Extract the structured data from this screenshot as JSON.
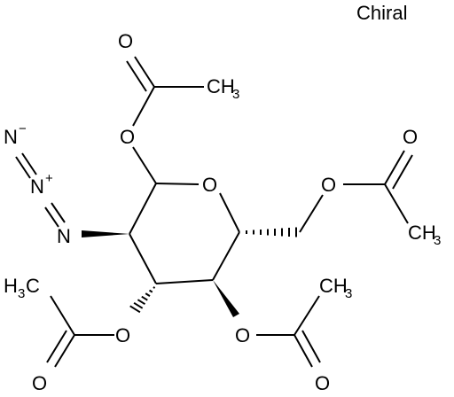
{
  "label": "Chiral",
  "atoms": {
    "o_ring": "O",
    "o1_ester": "O",
    "o1_carbonyl": "O",
    "c1_methyl": "CH",
    "c1_methyl_sub": "3",
    "o6_ester": "O",
    "o6_carbonyl": "O",
    "c6_methyl": "CH",
    "c6_methyl_sub": "3",
    "o3_ester": "O",
    "o3_carbonyl": "O",
    "c3_methyl_h": "H",
    "c3_methyl_sub": "3",
    "c3_methyl_c": "C",
    "o4_ester": "O",
    "o4_carbonyl": "O",
    "c4_methyl": "CH",
    "c4_methyl_sub": "3",
    "n_terminal": "N",
    "n_terminal_charge": "−",
    "n_middle": "N",
    "n_middle_charge": "+",
    "n_attached": "N"
  }
}
